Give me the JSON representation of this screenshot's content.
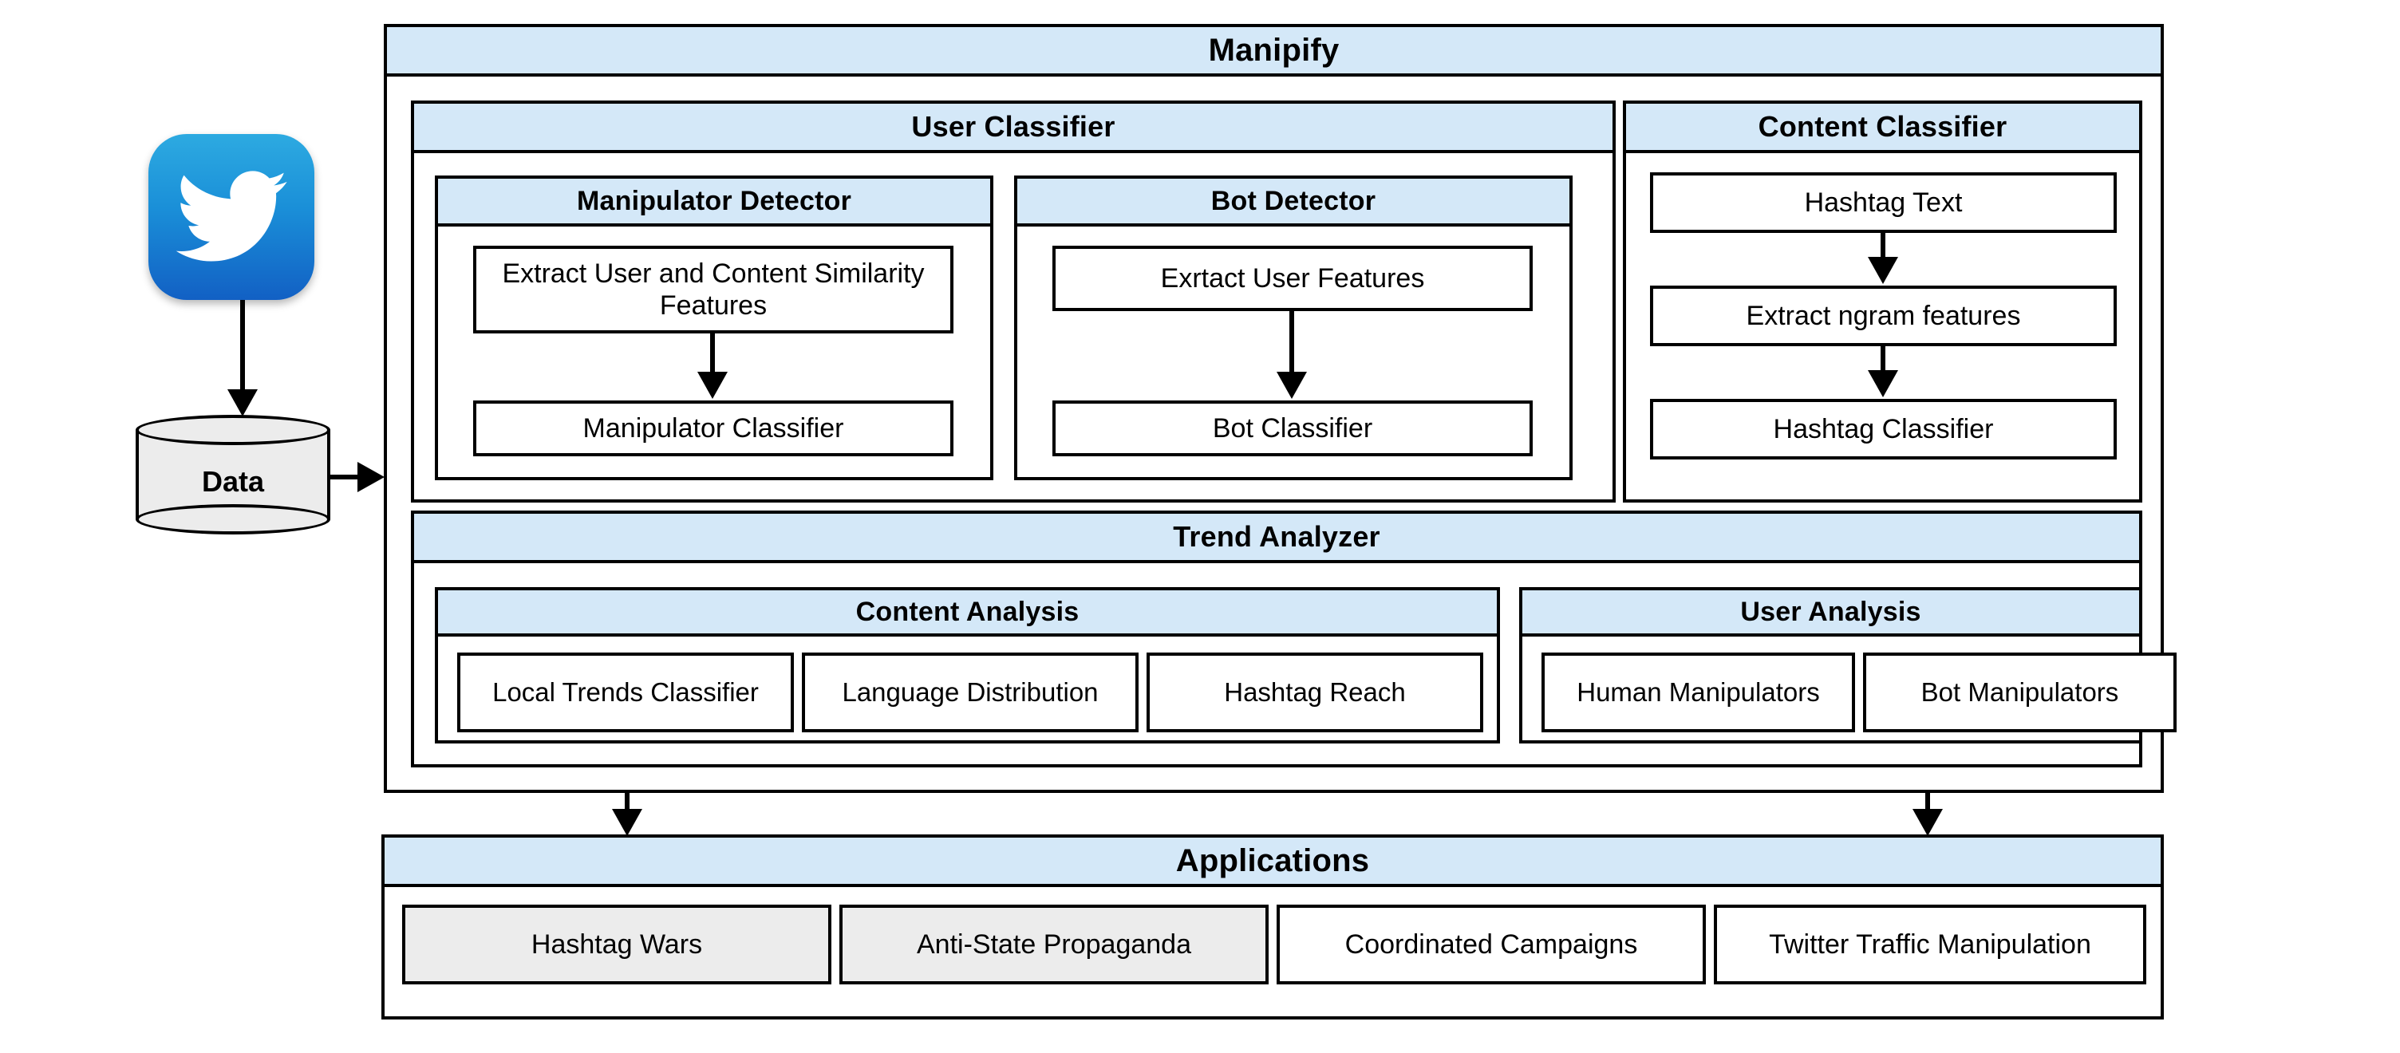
{
  "source": {
    "logo_name": "twitter-logo",
    "datastore_label": "Data"
  },
  "manipify": {
    "title": "Manipify",
    "user_classifier": {
      "title": "User Classifier",
      "manipulator_detector": {
        "title": "Manipulator Detector",
        "steps": [
          "Extract User and Content Similarity Features",
          "Manipulator Classifier"
        ]
      },
      "bot_detector": {
        "title": "Bot Detector",
        "steps": [
          "Exrtact User Features",
          "Bot Classifier"
        ]
      }
    },
    "content_classifier": {
      "title": "Content Classifier",
      "steps": [
        "Hashtag Text",
        "Extract ngram features",
        "Hashtag Classifier"
      ]
    },
    "trend_analyzer": {
      "title": "Trend Analyzer",
      "content_analysis": {
        "title": "Content Analysis",
        "items": [
          "Local Trends Classifier",
          "Language Distribution",
          "Hashtag Reach"
        ]
      },
      "user_analysis": {
        "title": "User Analysis",
        "items": [
          "Human Manipulators",
          "Bot Manipulators"
        ]
      }
    }
  },
  "applications": {
    "title": "Applications",
    "items": [
      {
        "label": "Hashtag Wars",
        "highlighted": true
      },
      {
        "label": "Anti-State Propaganda",
        "highlighted": true
      },
      {
        "label": "Coordinated Campaigns",
        "highlighted": false
      },
      {
        "label": "Twitter Traffic Manipulation",
        "highlighted": false
      }
    ]
  },
  "colors": {
    "header_blue": "#d4e8f8",
    "box_gray": "#ececec",
    "stroke": "#000000",
    "canvas": "#ffffff",
    "twitter_blue_light": "#2daae1",
    "twitter_blue_dark": "#1260c4"
  }
}
